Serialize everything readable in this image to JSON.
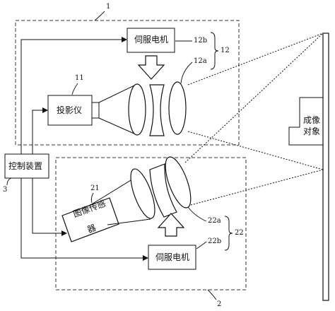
{
  "labels": {
    "servo_top": "伺服电机",
    "servo_bottom": "伺服电机",
    "projector": "投影仪",
    "controller": "控制装置",
    "sensor_line1": "图像传感",
    "sensor_line2": "器",
    "object_line1": "成像",
    "object_line2": "对象"
  },
  "refs": {
    "unit1": "1",
    "unit2": "2",
    "controller": "3",
    "projector": "11",
    "group_top": "12",
    "servo_top": "12b",
    "lens_top": "12a",
    "sensor": "21",
    "group_bottom": "22",
    "lens_bottom": "22a",
    "servo_bottom": "22b"
  }
}
